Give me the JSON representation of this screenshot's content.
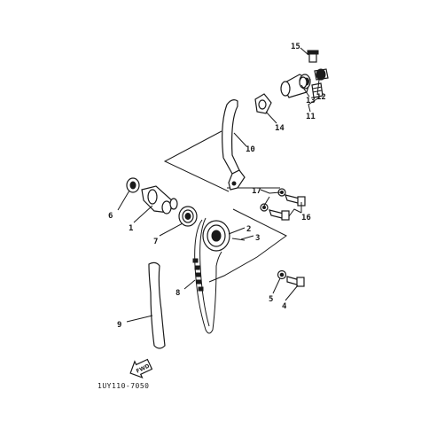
{
  "diagram": {
    "code": "1UY110-7050",
    "fwd_label": "FWD",
    "callouts": [
      {
        "id": "c1",
        "label": "1"
      },
      {
        "id": "c2",
        "label": "2"
      },
      {
        "id": "c3",
        "label": "3"
      },
      {
        "id": "c4",
        "label": "4"
      },
      {
        "id": "c5",
        "label": "5"
      },
      {
        "id": "c6",
        "label": "6"
      },
      {
        "id": "c7",
        "label": "7"
      },
      {
        "id": "c8",
        "label": "8"
      },
      {
        "id": "c9",
        "label": "9"
      },
      {
        "id": "c10",
        "label": "10"
      },
      {
        "id": "c11",
        "label": "11"
      },
      {
        "id": "c12",
        "label": "12"
      },
      {
        "id": "c13",
        "label": "13"
      },
      {
        "id": "c14",
        "label": "14"
      },
      {
        "id": "c15",
        "label": "15"
      },
      {
        "id": "c16",
        "label": "16"
      },
      {
        "id": "c17",
        "label": "17"
      }
    ]
  }
}
